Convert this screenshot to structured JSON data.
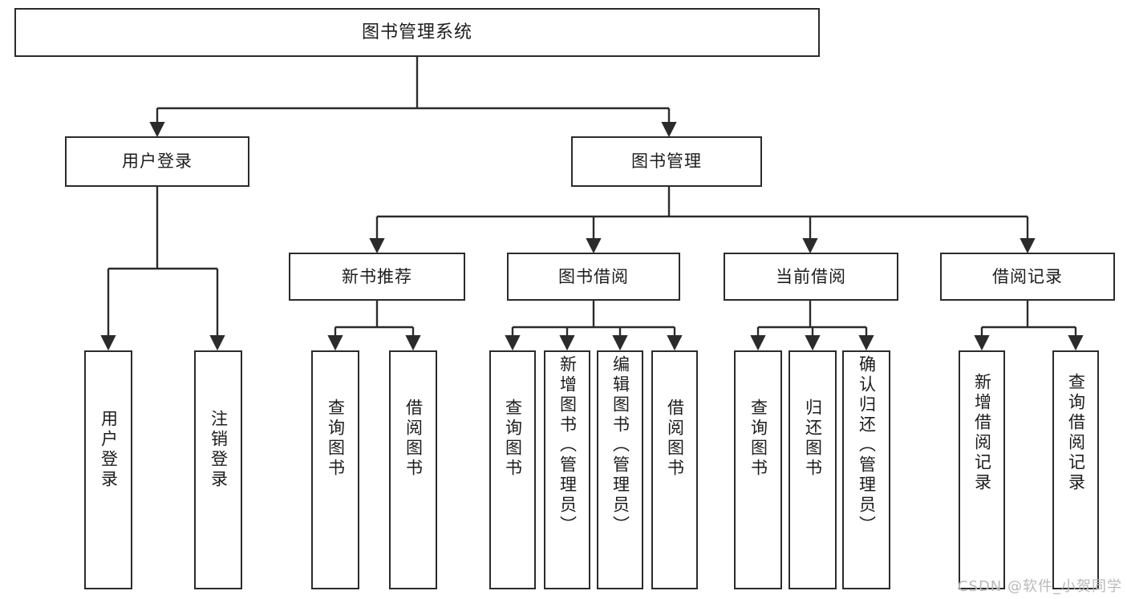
{
  "diagram": {
    "type": "tree",
    "title": "图书管理系统",
    "root": {
      "label": "图书管理系统"
    },
    "level2": [
      {
        "label": "用户登录"
      },
      {
        "label": "图书管理"
      }
    ],
    "level3": [
      {
        "label": "新书推荐"
      },
      {
        "label": "图书借阅"
      },
      {
        "label": "当前借阅"
      },
      {
        "label": "借阅记录"
      }
    ],
    "leaves": {
      "user_login": [
        {
          "label": "用户登录"
        },
        {
          "label": "注销登录"
        }
      ],
      "new_book_recommend": [
        {
          "label": "查询图书"
        },
        {
          "label": "借阅图书"
        }
      ],
      "book_borrow": [
        {
          "label": "查询图书"
        },
        {
          "label": "新增图书（管理员）"
        },
        {
          "label": "编辑图书（管理员）"
        },
        {
          "label": "借阅图书"
        }
      ],
      "current_borrow": [
        {
          "label": "查询图书"
        },
        {
          "label": "归还图书"
        },
        {
          "label": "确认归还（管理员）"
        }
      ],
      "borrow_record": [
        {
          "label": "新增借阅记录"
        },
        {
          "label": "查询借阅记录"
        }
      ]
    }
  },
  "watermark": {
    "text": "CSDN @软件_小贺同学"
  },
  "colors": {
    "stroke": "#2b2b2b",
    "background": "#ffffff",
    "text": "#1c1c1c",
    "watermark": "#b9b9b9"
  }
}
